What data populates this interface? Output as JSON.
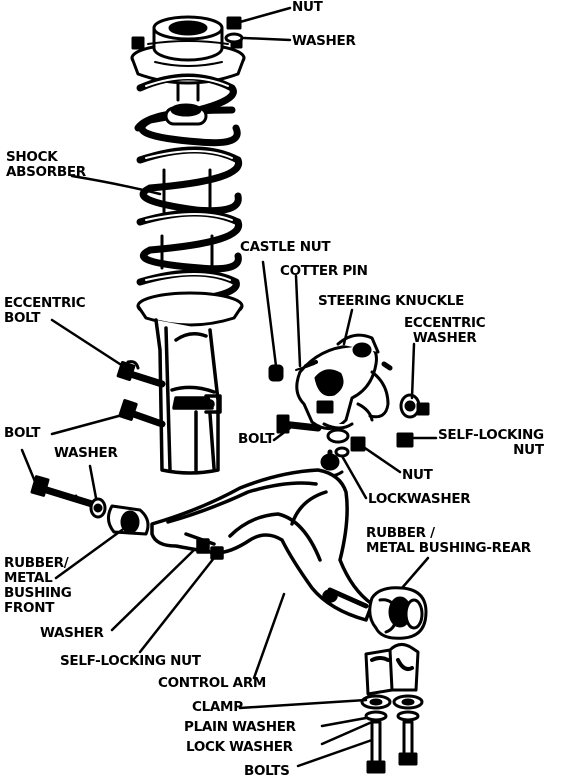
{
  "labels": {
    "nut_top": "NUT",
    "washer_top": "WASHER",
    "shock_absorber": "SHOCK\nABSORBER",
    "castle_nut": "CASTLE NUT",
    "cotter_pin": "COTTER PIN",
    "steering_knuckle": "STEERING KNUCKLE",
    "eccentric_bolt": "ECCENTRIC\nBOLT",
    "eccentric_washer": "ECCENTRIC\nWASHER",
    "bolt_left": "BOLT",
    "washer_left": "WASHER",
    "bolt_knuckle": "BOLT",
    "self_locking_nut_right": "SELF-LOCKING\nNUT",
    "nut_knuckle": "NUT",
    "lockwasher": "LOCKWASHER",
    "rubber_bushing_rear": "RUBBER /\nMETAL BUSHING-REAR",
    "rubber_bushing_front": "RUBBER/\nMETAL\nBUSHING\nFRONT",
    "washer_bottom": "WASHER",
    "self_locking_nut_bottom": "SELF-LOCKING NUT",
    "control_arm": "CONTROL ARM",
    "clamp": "CLAMP",
    "plain_washer": "PLAIN WASHER",
    "lock_washer": "LOCK WASHER",
    "bolts": "BOLTS"
  }
}
